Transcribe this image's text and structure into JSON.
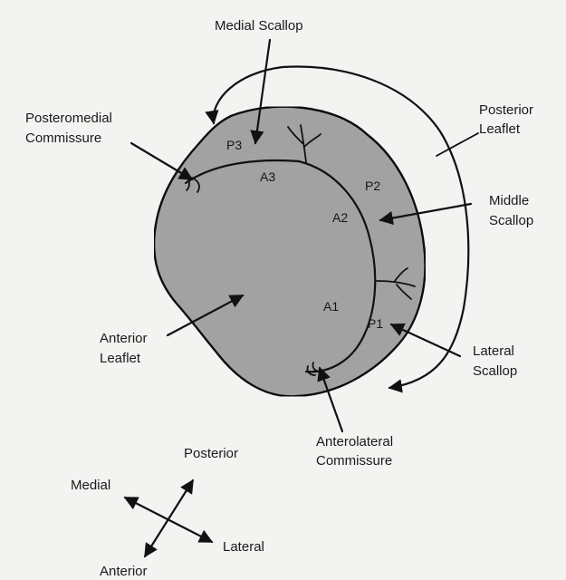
{
  "labels": {
    "medial_scallop": "Medial Scallop",
    "posteromedial_1": "Posteromedial",
    "posteromedial_2": "Commissure",
    "posterior_leaflet_1": "Posterior",
    "posterior_leaflet_2": "Leaflet",
    "middle_scallop_1": "Middle",
    "middle_scallop_2": "Scallop",
    "anterior_leaflet_1": "Anterior",
    "anterior_leaflet_2": "Leaflet",
    "lateral_scallop_1": "Lateral",
    "lateral_scallop_2": "Scallop",
    "anterolateral_1": "Anterolateral",
    "anterolateral_2": "Commissure"
  },
  "segments": {
    "p1": "P1",
    "p2": "P2",
    "p3": "P3",
    "a1": "A1",
    "a2": "A2",
    "a3": "A3"
  },
  "orientation": {
    "posterior": "Posterior",
    "medial": "Medial",
    "lateral": "Lateral",
    "anterior": "Anterior"
  },
  "colors": {
    "valve_fill": "#a9a9a9",
    "outline": "#111111",
    "background": "#f3f3f1"
  }
}
